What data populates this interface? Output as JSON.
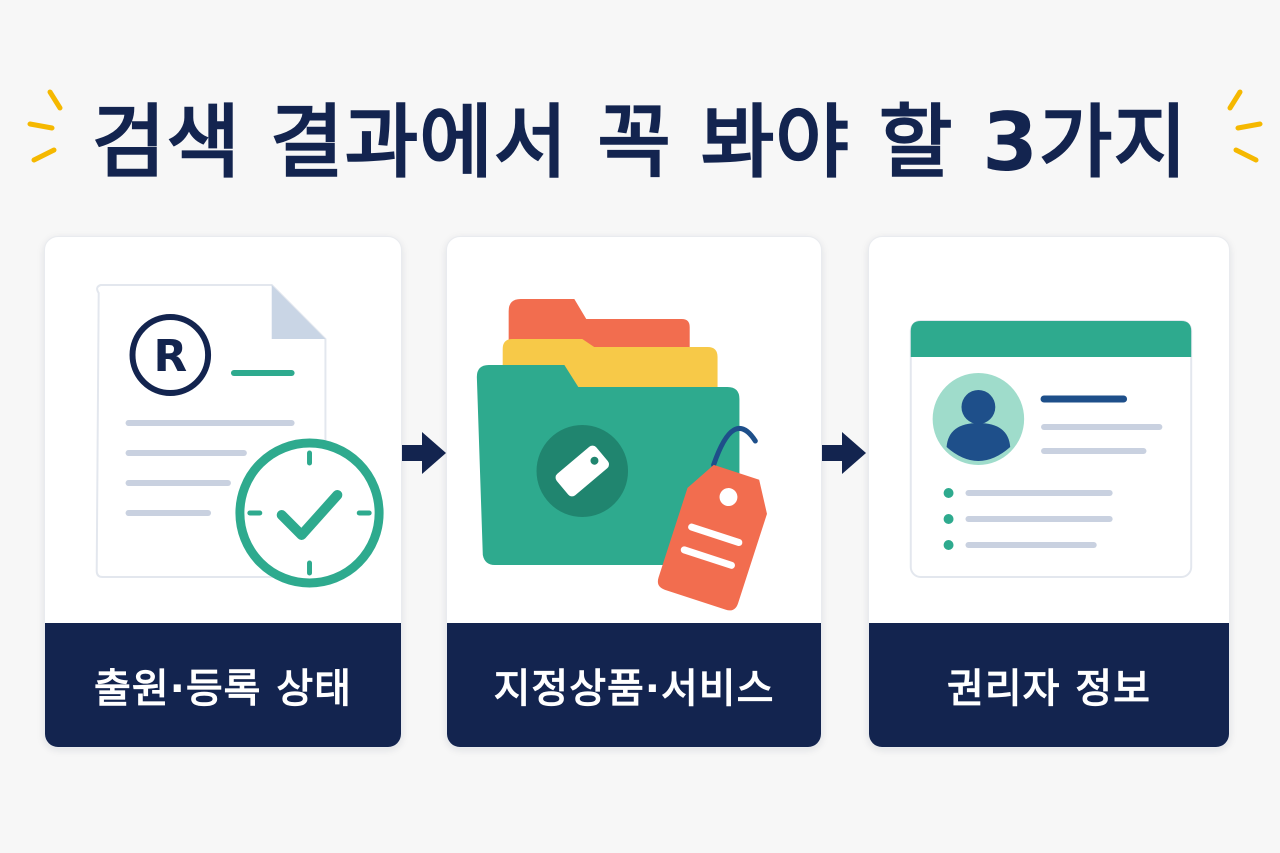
{
  "title": "검색 결과에서 꼭 봐야 할 3가지",
  "cards": [
    {
      "label": "출원·등록 상태",
      "icon": "registered-document-with-clock-check-icon"
    },
    {
      "label": "지정상품·서비스",
      "icon": "folders-with-price-tag-icon"
    },
    {
      "label": "권리자 정보",
      "icon": "user-profile-window-icon"
    }
  ],
  "colors": {
    "navy": "#13244f",
    "teal": "#2eaa8e",
    "orange": "#f26d4f",
    "yellow": "#f7c948",
    "spark": "#f5b800",
    "light_gray_line": "#c9d1e0",
    "background": "#f7f7f7"
  },
  "connectors": [
    "arrow-right-icon",
    "arrow-right-icon"
  ]
}
